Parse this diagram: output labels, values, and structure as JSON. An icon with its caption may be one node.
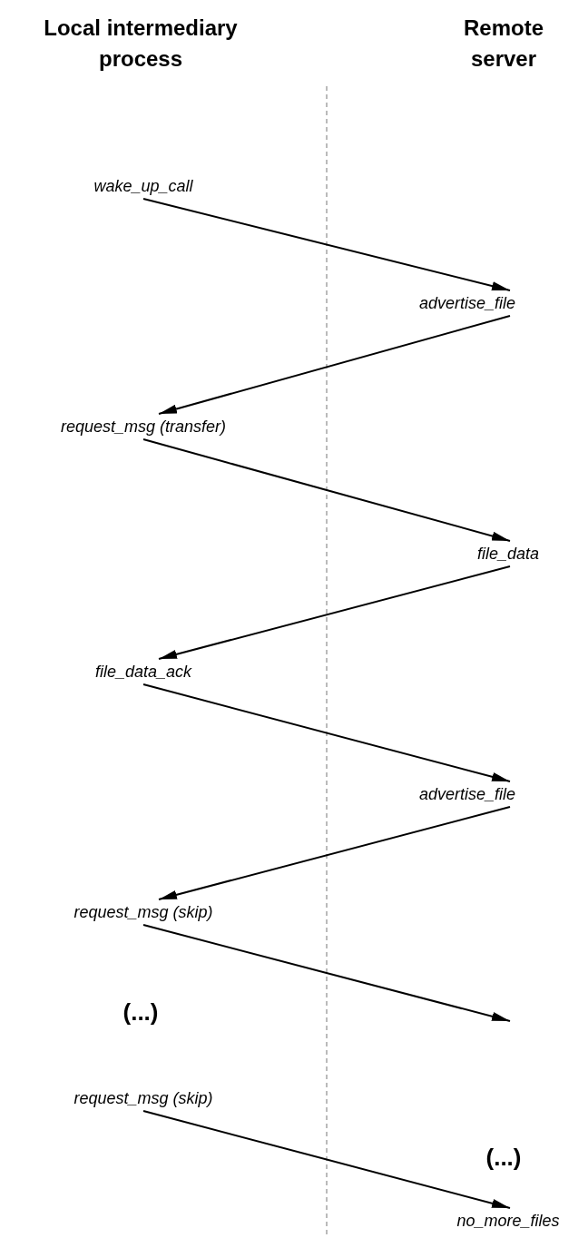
{
  "diagram": {
    "nodes": [
      {
        "text": [
          "wake_up_call"
        ]
      },
      {
        "text": [
          "advertise_file"
        ]
      },
      {
        "text": [
          "request_msg (transfer)"
        ]
      },
      {
        "text": [
          "file_data"
        ]
      },
      {
        "text": [
          "file_data_ack"
        ]
      },
      {
        "text": [
          "advertise_file"
        ]
      },
      {
        "text": [
          "request_msg (skip)"
        ]
      },
      {
        "text": [
          "request_msg (skip)"
        ]
      },
      {
        "text": [
          "no_more_files"
        ]
      }
    ],
    "edges": [
      {
        "from": 0,
        "to": 1,
        "arrow": "to"
      },
      {
        "from": 1,
        "to": 2,
        "arrow": "to"
      },
      {
        "from": 2,
        "to": 3,
        "arrow": "to"
      },
      {
        "from": 3,
        "to": 4,
        "arrow": "to"
      },
      {
        "from": 4,
        "to": 5,
        "arrow": "to"
      },
      {
        "from": 5,
        "to": 6,
        "arrow": "to"
      },
      {
        "from": 6,
        "to": null,
        "arrow": "to"
      },
      {
        "from": 7,
        "to": 8,
        "arrow": "to"
      }
    ],
    "labels": [
      "Local intermediary process",
      "Remote server",
      "(...)",
      "(...)"
    ]
  }
}
